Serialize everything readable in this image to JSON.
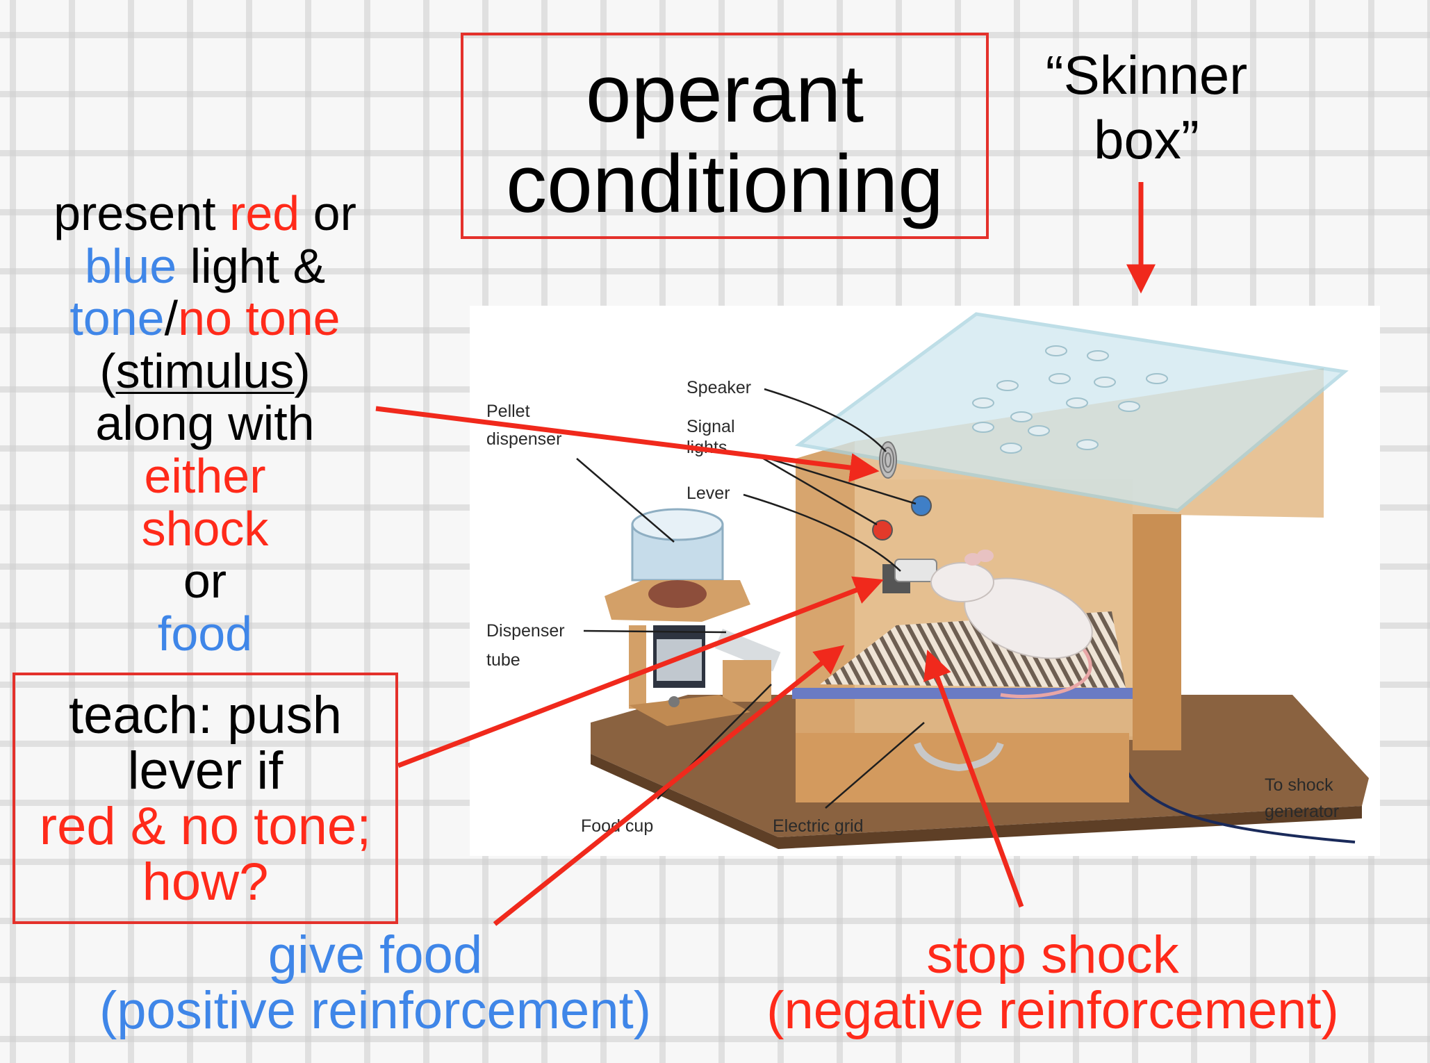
{
  "title": {
    "line1": "operant",
    "line2": "conditioning"
  },
  "skinner_box": {
    "line1": "“Skinner",
    "line2": "box”"
  },
  "stimulus_text": {
    "l1_a": "present ",
    "l1_b": "red",
    "l1_c": " or",
    "l2_a": "blue",
    "l2_b": " light &",
    "l3_a": "tone",
    "l3_b": "/",
    "l3_c": "no tone",
    "l4_a": "(",
    "l4_b": "stimulus",
    "l4_c": ")",
    "l5": "along with",
    "l6": "either",
    "l7": "shock",
    "l8": "or",
    "l9": "food"
  },
  "teach_box": {
    "l1": "teach: push",
    "l2": "lever if",
    "l3": "red & no tone;",
    "l4": "how?"
  },
  "give_food": {
    "l1": "give food",
    "l2": "(positive reinforcement)"
  },
  "stop_shock": {
    "l1": "stop shock",
    "l2": "(negative reinforcement)"
  },
  "diagram_labels": {
    "speaker": "Speaker",
    "signal1": "Signal",
    "signal2": "lights",
    "lever": "Lever",
    "pellet1": "Pellet",
    "pellet2": "dispenser",
    "dispenser1": "Dispenser",
    "dispenser2": "tube",
    "food_cup": "Food cup",
    "electric_grid": "Electric grid",
    "to_shock1": "To shock",
    "to_shock2": "generator"
  },
  "colors": {
    "red": "#ff2a1a",
    "blue": "#3f86e8",
    "box_border": "#e4312b",
    "arrow": "#f0291c"
  }
}
